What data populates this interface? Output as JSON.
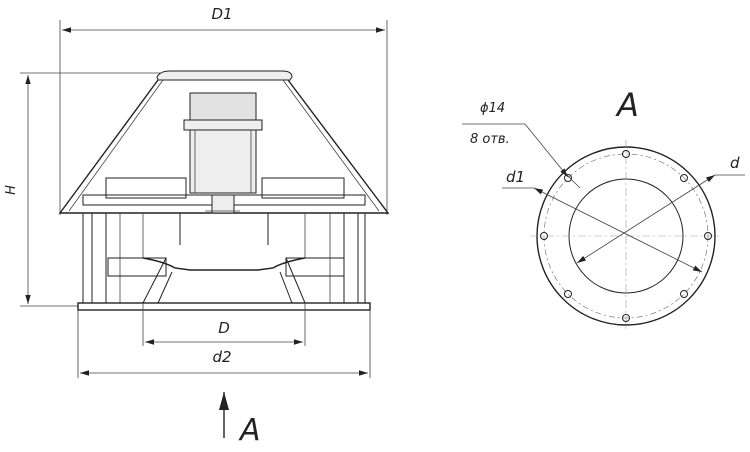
{
  "side_view": {
    "labels": {
      "d1_top": "D1",
      "height": "H",
      "inlet": "D",
      "base": "d2"
    },
    "view_marker": "A"
  },
  "view_a": {
    "title": "A",
    "hole_diameter": "ϕ14",
    "hole_count": "8 отв.",
    "inner_label": "d1",
    "outer_label": "d"
  }
}
